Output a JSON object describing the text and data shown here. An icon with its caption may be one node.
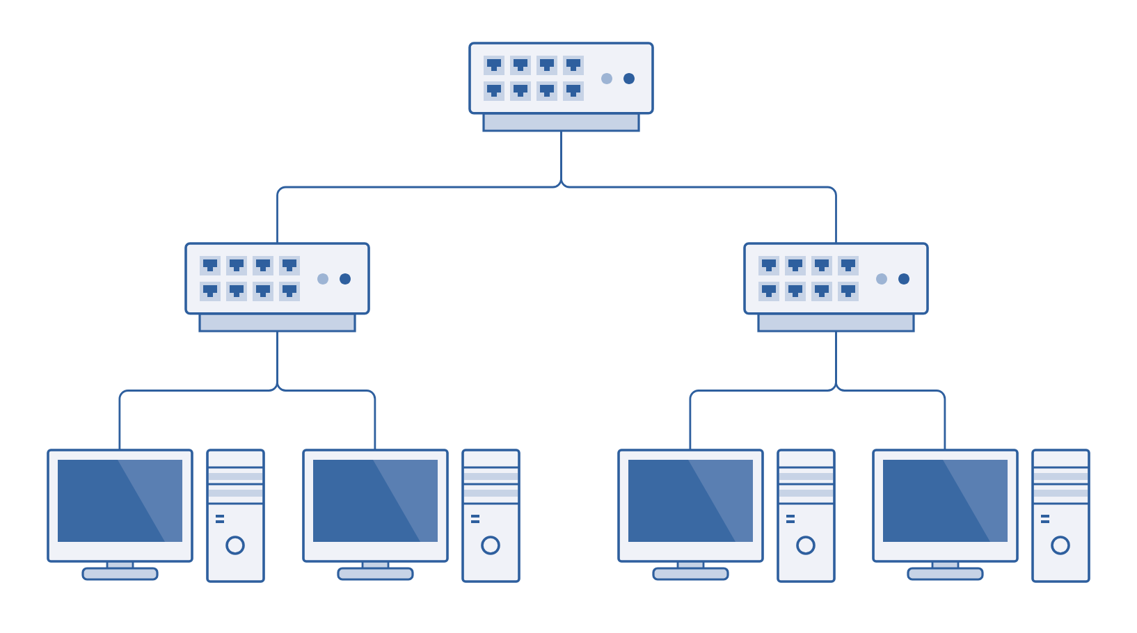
{
  "diagram": {
    "nodes": [
      {
        "text": [],
        "shape": "switch"
      },
      {
        "text": [],
        "shape": "switch"
      },
      {
        "text": [],
        "shape": "switch"
      },
      {
        "text": [],
        "shape": "computer"
      },
      {
        "text": [],
        "shape": "computer"
      },
      {
        "text": [],
        "shape": "computer"
      },
      {
        "text": [],
        "shape": "computer"
      }
    ],
    "edges": [
      {
        "from": 0,
        "to": 1,
        "arrow": "none"
      },
      {
        "from": 0,
        "to": 2,
        "arrow": "none"
      },
      {
        "from": 1,
        "to": 3,
        "arrow": "none"
      },
      {
        "from": 1,
        "to": 4,
        "arrow": "none"
      },
      {
        "from": 2,
        "to": 5,
        "arrow": "none"
      },
      {
        "from": 2,
        "to": 6,
        "arrow": "none"
      }
    ]
  }
}
